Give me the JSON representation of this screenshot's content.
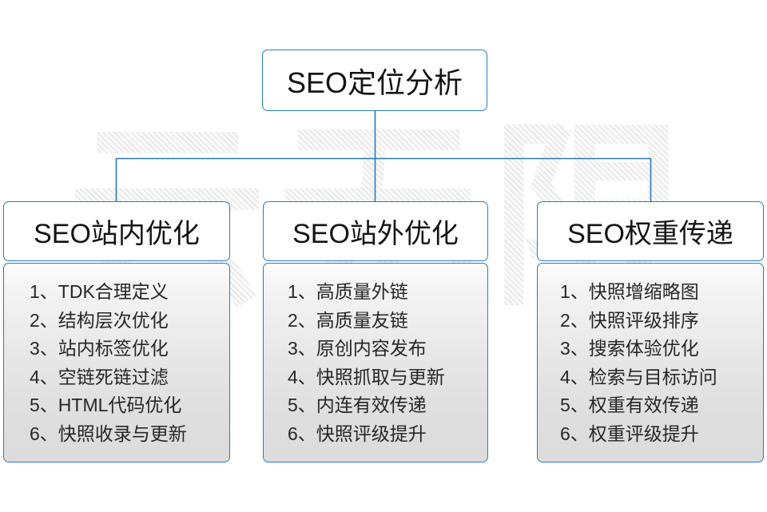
{
  "diagram": {
    "title": "SEO定位分析",
    "watermark": "云无限",
    "accent_color": "#2a7ac0",
    "text_color": "#141414",
    "body_text_color": "#262626",
    "background_color": "#ffffff",
    "root": {
      "label": "SEO定位分析"
    },
    "columns": [
      {
        "header": "SEO站内优化",
        "items": [
          "1、TDK合理定义",
          "2、结构层次优化",
          "3、站内标签优化",
          "4、空链死链过滤",
          "5、HTML代码优化",
          "6、快照收录与更新"
        ]
      },
      {
        "header": "SEO站外优化",
        "items": [
          "1、高质量外链",
          "2、高质量友链",
          "3、原创内容发布",
          "4、快照抓取与更新",
          "5、内连有效传递",
          "6、快照评级提升"
        ]
      },
      {
        "header": "SEO权重传递",
        "items": [
          "1、快照增缩略图",
          "2、快照评级排序",
          "3、搜索体验优化",
          "4、检索与目标访问",
          "5、权重有效传递",
          "6、权重评级提升"
        ]
      }
    ]
  }
}
